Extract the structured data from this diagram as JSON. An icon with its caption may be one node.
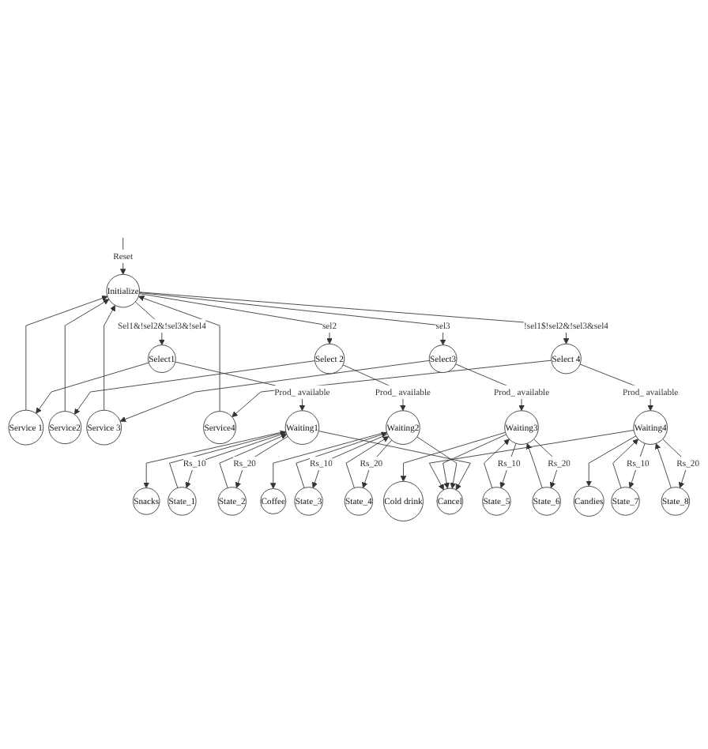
{
  "diagram": {
    "nodes": [
      {
        "text": [
          "Initialize"
        ]
      },
      {
        "text": [
          "Select1"
        ]
      },
      {
        "text": [
          "Service 1"
        ]
      },
      {
        "text": [
          "Select 2"
        ]
      },
      {
        "text": [
          "Service2"
        ]
      },
      {
        "text": [
          "Select3"
        ]
      },
      {
        "text": [
          "Service 3"
        ]
      },
      {
        "text": [
          "Select 4"
        ]
      },
      {
        "text": [
          "Service4"
        ]
      },
      {
        "text": [
          "Waiting1"
        ]
      },
      {
        "text": [
          "Snacks"
        ]
      },
      {
        "text": [
          "Waiting2"
        ]
      },
      {
        "text": [
          "Coffee"
        ]
      },
      {
        "text": [
          "Waiting3"
        ]
      },
      {
        "text": [
          "Cold drink"
        ]
      },
      {
        "text": [
          "Waiting4"
        ]
      },
      {
        "text": [
          "Candies"
        ]
      },
      {
        "text": [
          "State_1"
        ]
      },
      {
        "text": [
          "State_2"
        ]
      },
      {
        "text": [
          "State_3"
        ]
      },
      {
        "text": [
          "State_4"
        ]
      },
      {
        "text": [
          "State_5"
        ]
      },
      {
        "text": [
          "State_6"
        ]
      },
      {
        "text": [
          "State_7"
        ]
      },
      {
        "text": [
          "State_8"
        ]
      },
      {
        "text": [
          "Cancel"
        ]
      }
    ],
    "edges": [
      {
        "from": null,
        "to": 0,
        "arrow": "to",
        "label": "Reset"
      },
      {
        "from": 0,
        "to": 1,
        "arrow": "to",
        "label": "Sel1&!sel2&!sel3&!sel4"
      },
      {
        "from": 2,
        "to": 0,
        "arrow": "to"
      },
      {
        "from": 0,
        "to": 3,
        "arrow": "to",
        "label": "sel2"
      },
      {
        "from": 4,
        "to": 0,
        "arrow": "to"
      },
      {
        "from": 0,
        "to": 5,
        "arrow": "to",
        "label": "sel3"
      },
      {
        "from": 6,
        "to": 0,
        "arrow": "to"
      },
      {
        "from": 0,
        "to": 7,
        "arrow": "to",
        "label": "!sel1$!sel2&!sel3&sel4"
      },
      {
        "from": 8,
        "to": 0,
        "arrow": "to"
      },
      {
        "from": 1,
        "to": 2,
        "arrow": "to"
      },
      {
        "from": 3,
        "to": 4,
        "arrow": "to"
      },
      {
        "from": 5,
        "to": 6,
        "arrow": "to"
      },
      {
        "from": 7,
        "to": 8,
        "arrow": "to"
      },
      {
        "from": 1,
        "to": 9,
        "arrow": "to",
        "label": "Prod_ available"
      },
      {
        "from": 3,
        "to": 11,
        "arrow": "to",
        "label": "Prod_ available"
      },
      {
        "from": 5,
        "to": 13,
        "arrow": "to",
        "label": "Prod_ available"
      },
      {
        "from": 7,
        "to": 15,
        "arrow": "to",
        "label": "Prod_ available"
      },
      {
        "from": 9,
        "to": 10,
        "arrow": "to"
      },
      {
        "from": 11,
        "to": 12,
        "arrow": "to"
      },
      {
        "from": 13,
        "to": 14,
        "arrow": "to"
      },
      {
        "from": 15,
        "to": 16,
        "arrow": "to"
      },
      {
        "from": 9,
        "to": 17,
        "arrow": "to",
        "label": "Rs_10"
      },
      {
        "from": 17,
        "to": 9,
        "arrow": "to"
      },
      {
        "from": 9,
        "to": 18,
        "arrow": "to",
        "label": "Rs_20"
      },
      {
        "from": 18,
        "to": 9,
        "arrow": "to"
      },
      {
        "from": 11,
        "to": 19,
        "arrow": "to",
        "label": "Rs_10"
      },
      {
        "from": 19,
        "to": 11,
        "arrow": "to"
      },
      {
        "from": 11,
        "to": 20,
        "arrow": "to",
        "label": "Rs_20"
      },
      {
        "from": 20,
        "to": 11,
        "arrow": "to"
      },
      {
        "from": 13,
        "to": 21,
        "arrow": "to",
        "label": "Rs_10"
      },
      {
        "from": 21,
        "to": 13,
        "arrow": "to"
      },
      {
        "from": 13,
        "to": 22,
        "arrow": "to",
        "label": "Rs_20"
      },
      {
        "from": 22,
        "to": 13,
        "arrow": "to"
      },
      {
        "from": 15,
        "to": 23,
        "arrow": "to",
        "label": "Rs_10"
      },
      {
        "from": 23,
        "to": 15,
        "arrow": "to"
      },
      {
        "from": 15,
        "to": 24,
        "arrow": "to",
        "label": "Rs_20"
      },
      {
        "from": 24,
        "to": 15,
        "arrow": "to"
      },
      {
        "from": 9,
        "to": 25,
        "arrow": "to"
      },
      {
        "from": 11,
        "to": 25,
        "arrow": "to"
      },
      {
        "from": 13,
        "to": 25,
        "arrow": "to"
      },
      {
        "from": 15,
        "to": 25,
        "arrow": "to"
      }
    ]
  }
}
